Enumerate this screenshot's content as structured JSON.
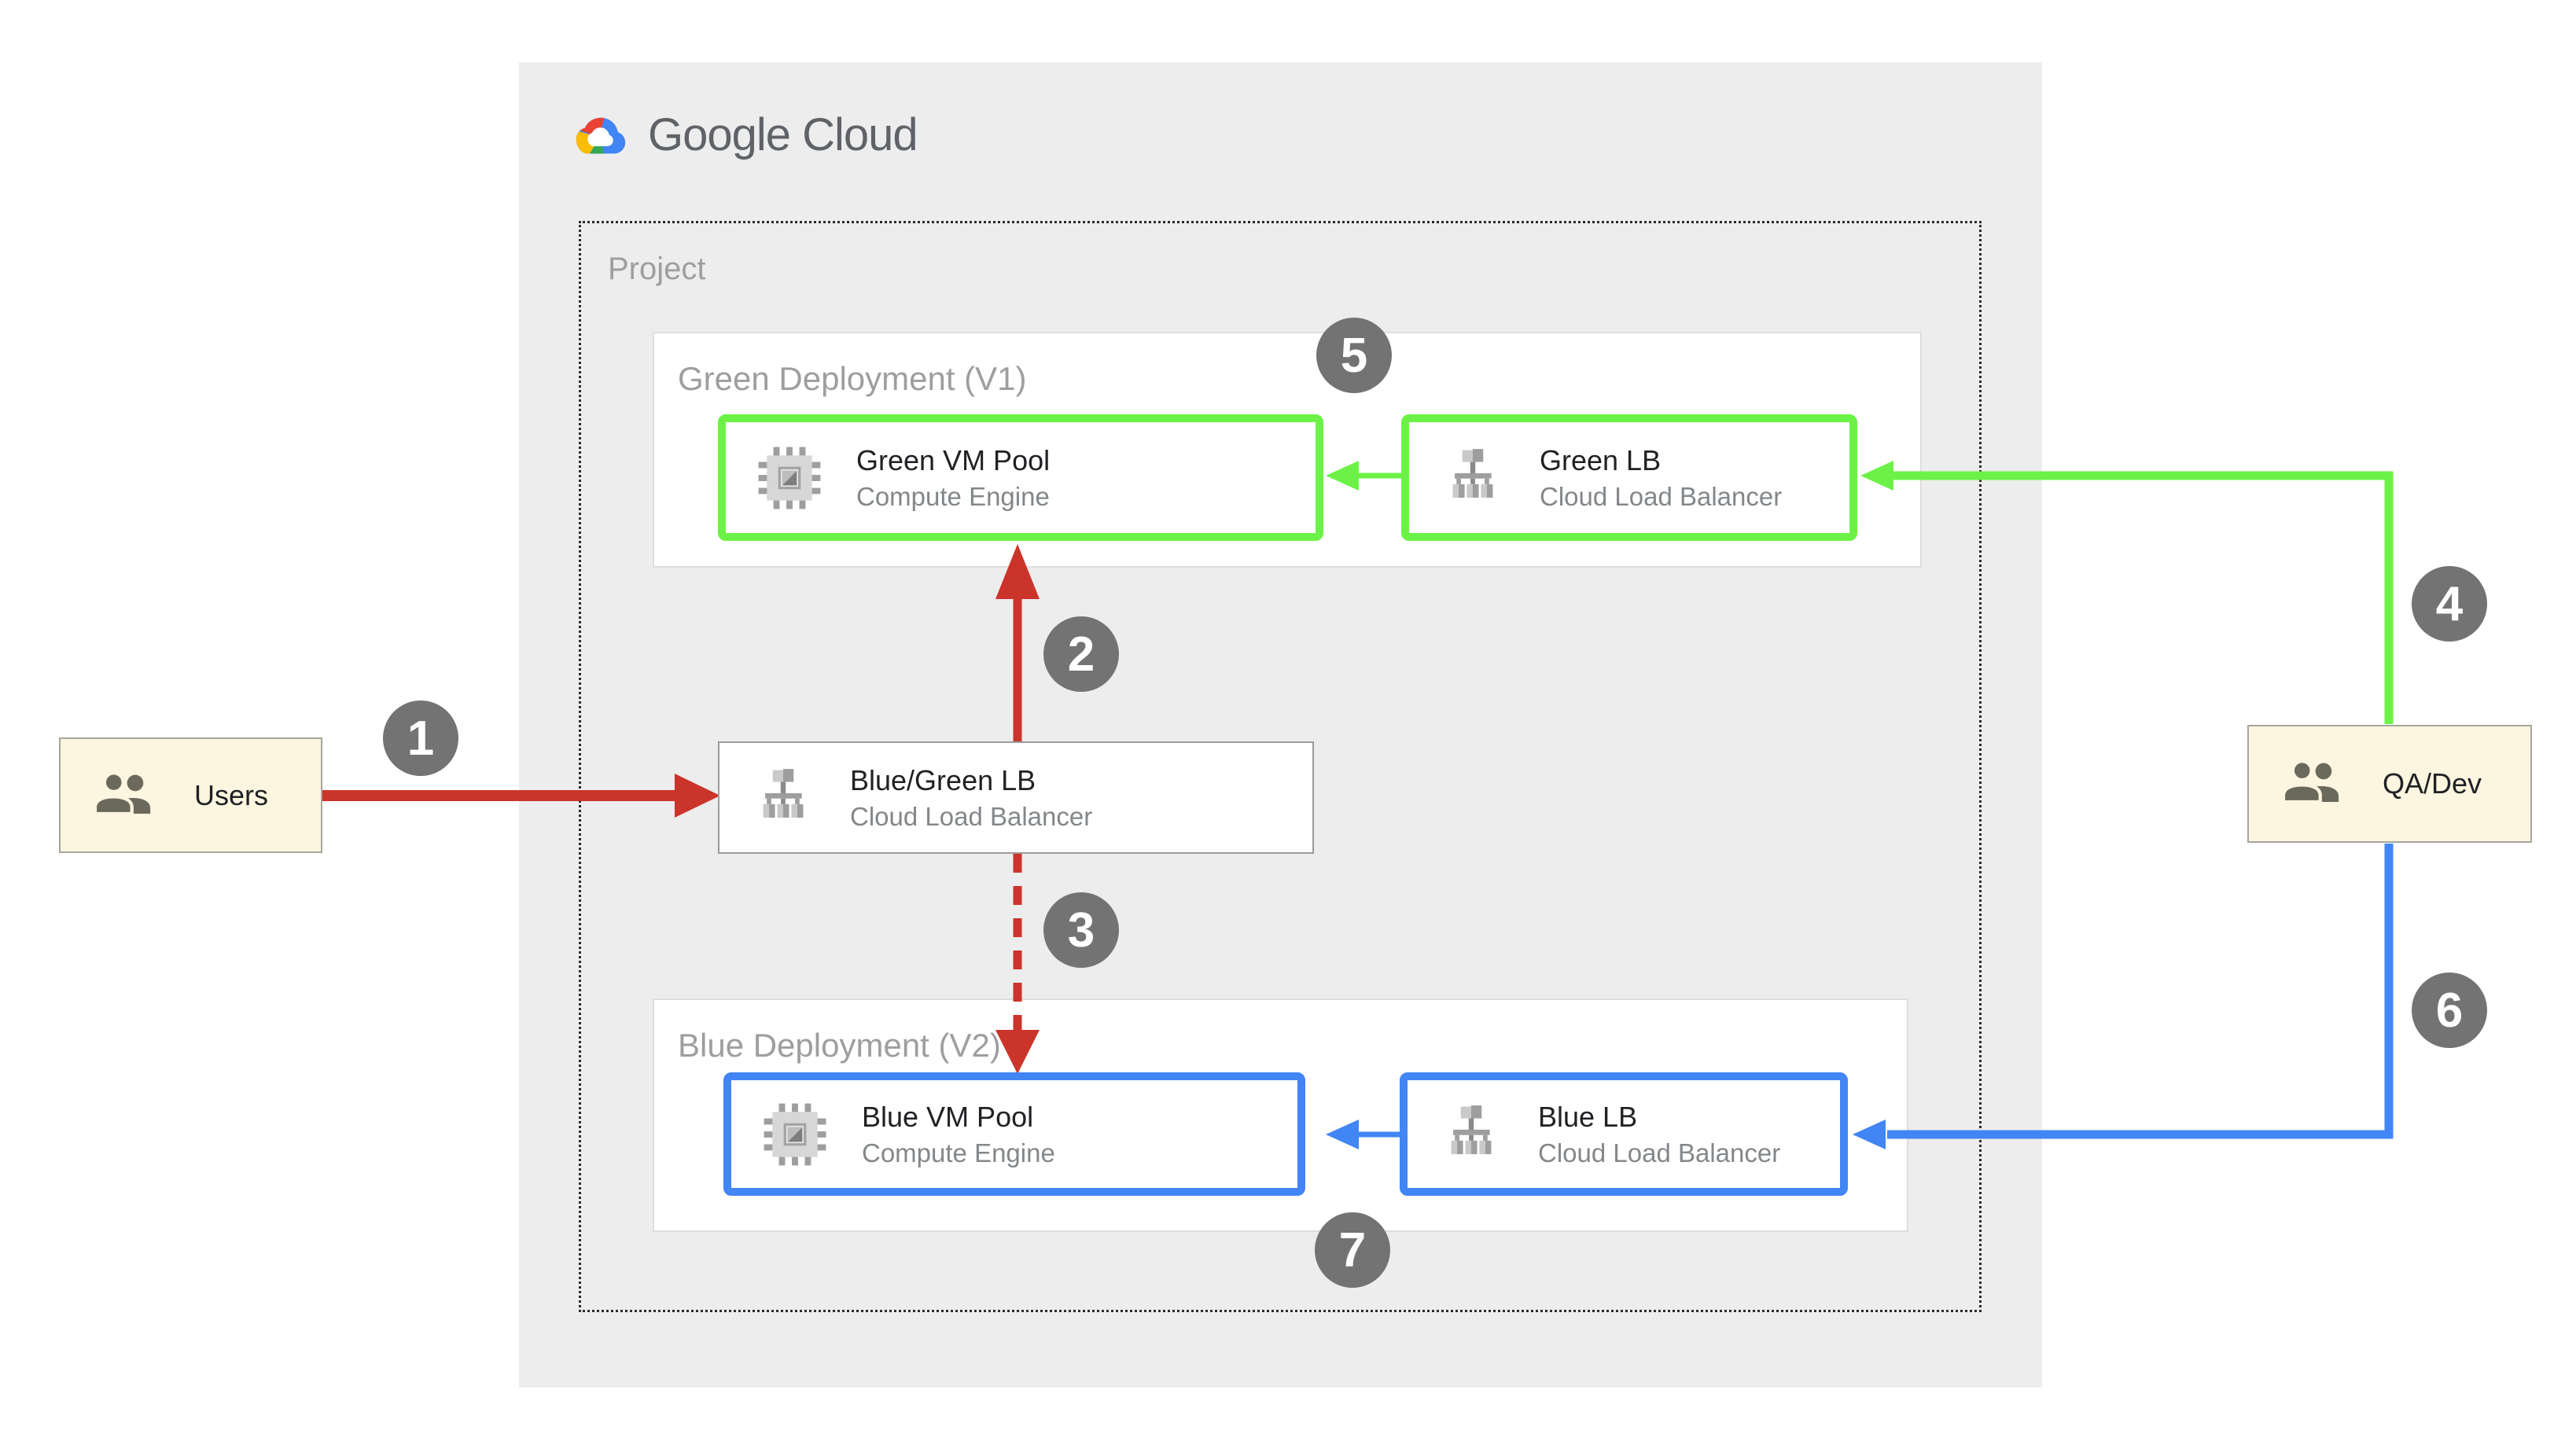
{
  "diagram": {
    "logo": {
      "text": "Google Cloud"
    },
    "project": {
      "label": "Project"
    },
    "green_deployment": {
      "label": "Green Deployment (V1)"
    },
    "blue_deployment": {
      "label": "Blue Deployment (V2)"
    },
    "nodes": {
      "green_vm_pool": {
        "title": "Green VM Pool",
        "subtitle": "Compute Engine",
        "icon": "compute-engine-icon"
      },
      "green_lb": {
        "title": "Green LB",
        "subtitle": "Cloud Load Balancer",
        "icon": "load-balancer-icon"
      },
      "blue_green_lb": {
        "title": "Blue/Green LB",
        "subtitle": "Cloud Load Balancer",
        "icon": "load-balancer-icon"
      },
      "blue_vm_pool": {
        "title": "Blue VM Pool",
        "subtitle": "Compute Engine",
        "icon": "compute-engine-icon"
      },
      "blue_lb": {
        "title": "Blue LB",
        "subtitle": "Cloud Load Balancer",
        "icon": "load-balancer-icon"
      }
    },
    "actors": {
      "users": {
        "label": "Users",
        "icon": "users-icon"
      },
      "qa_dev": {
        "label": "QA/Dev",
        "icon": "users-icon"
      }
    },
    "steps": {
      "1": "1",
      "2": "2",
      "3": "3",
      "4": "4",
      "5": "5",
      "6": "6",
      "7": "7"
    }
  },
  "colors": {
    "c-green": "#6CF247",
    "c-blue": "#4285F4",
    "c-red": "#CB342B",
    "c-cream": "#FCF5E0",
    "c-panel": "#EDEDED",
    "c-circle": "#737373"
  }
}
